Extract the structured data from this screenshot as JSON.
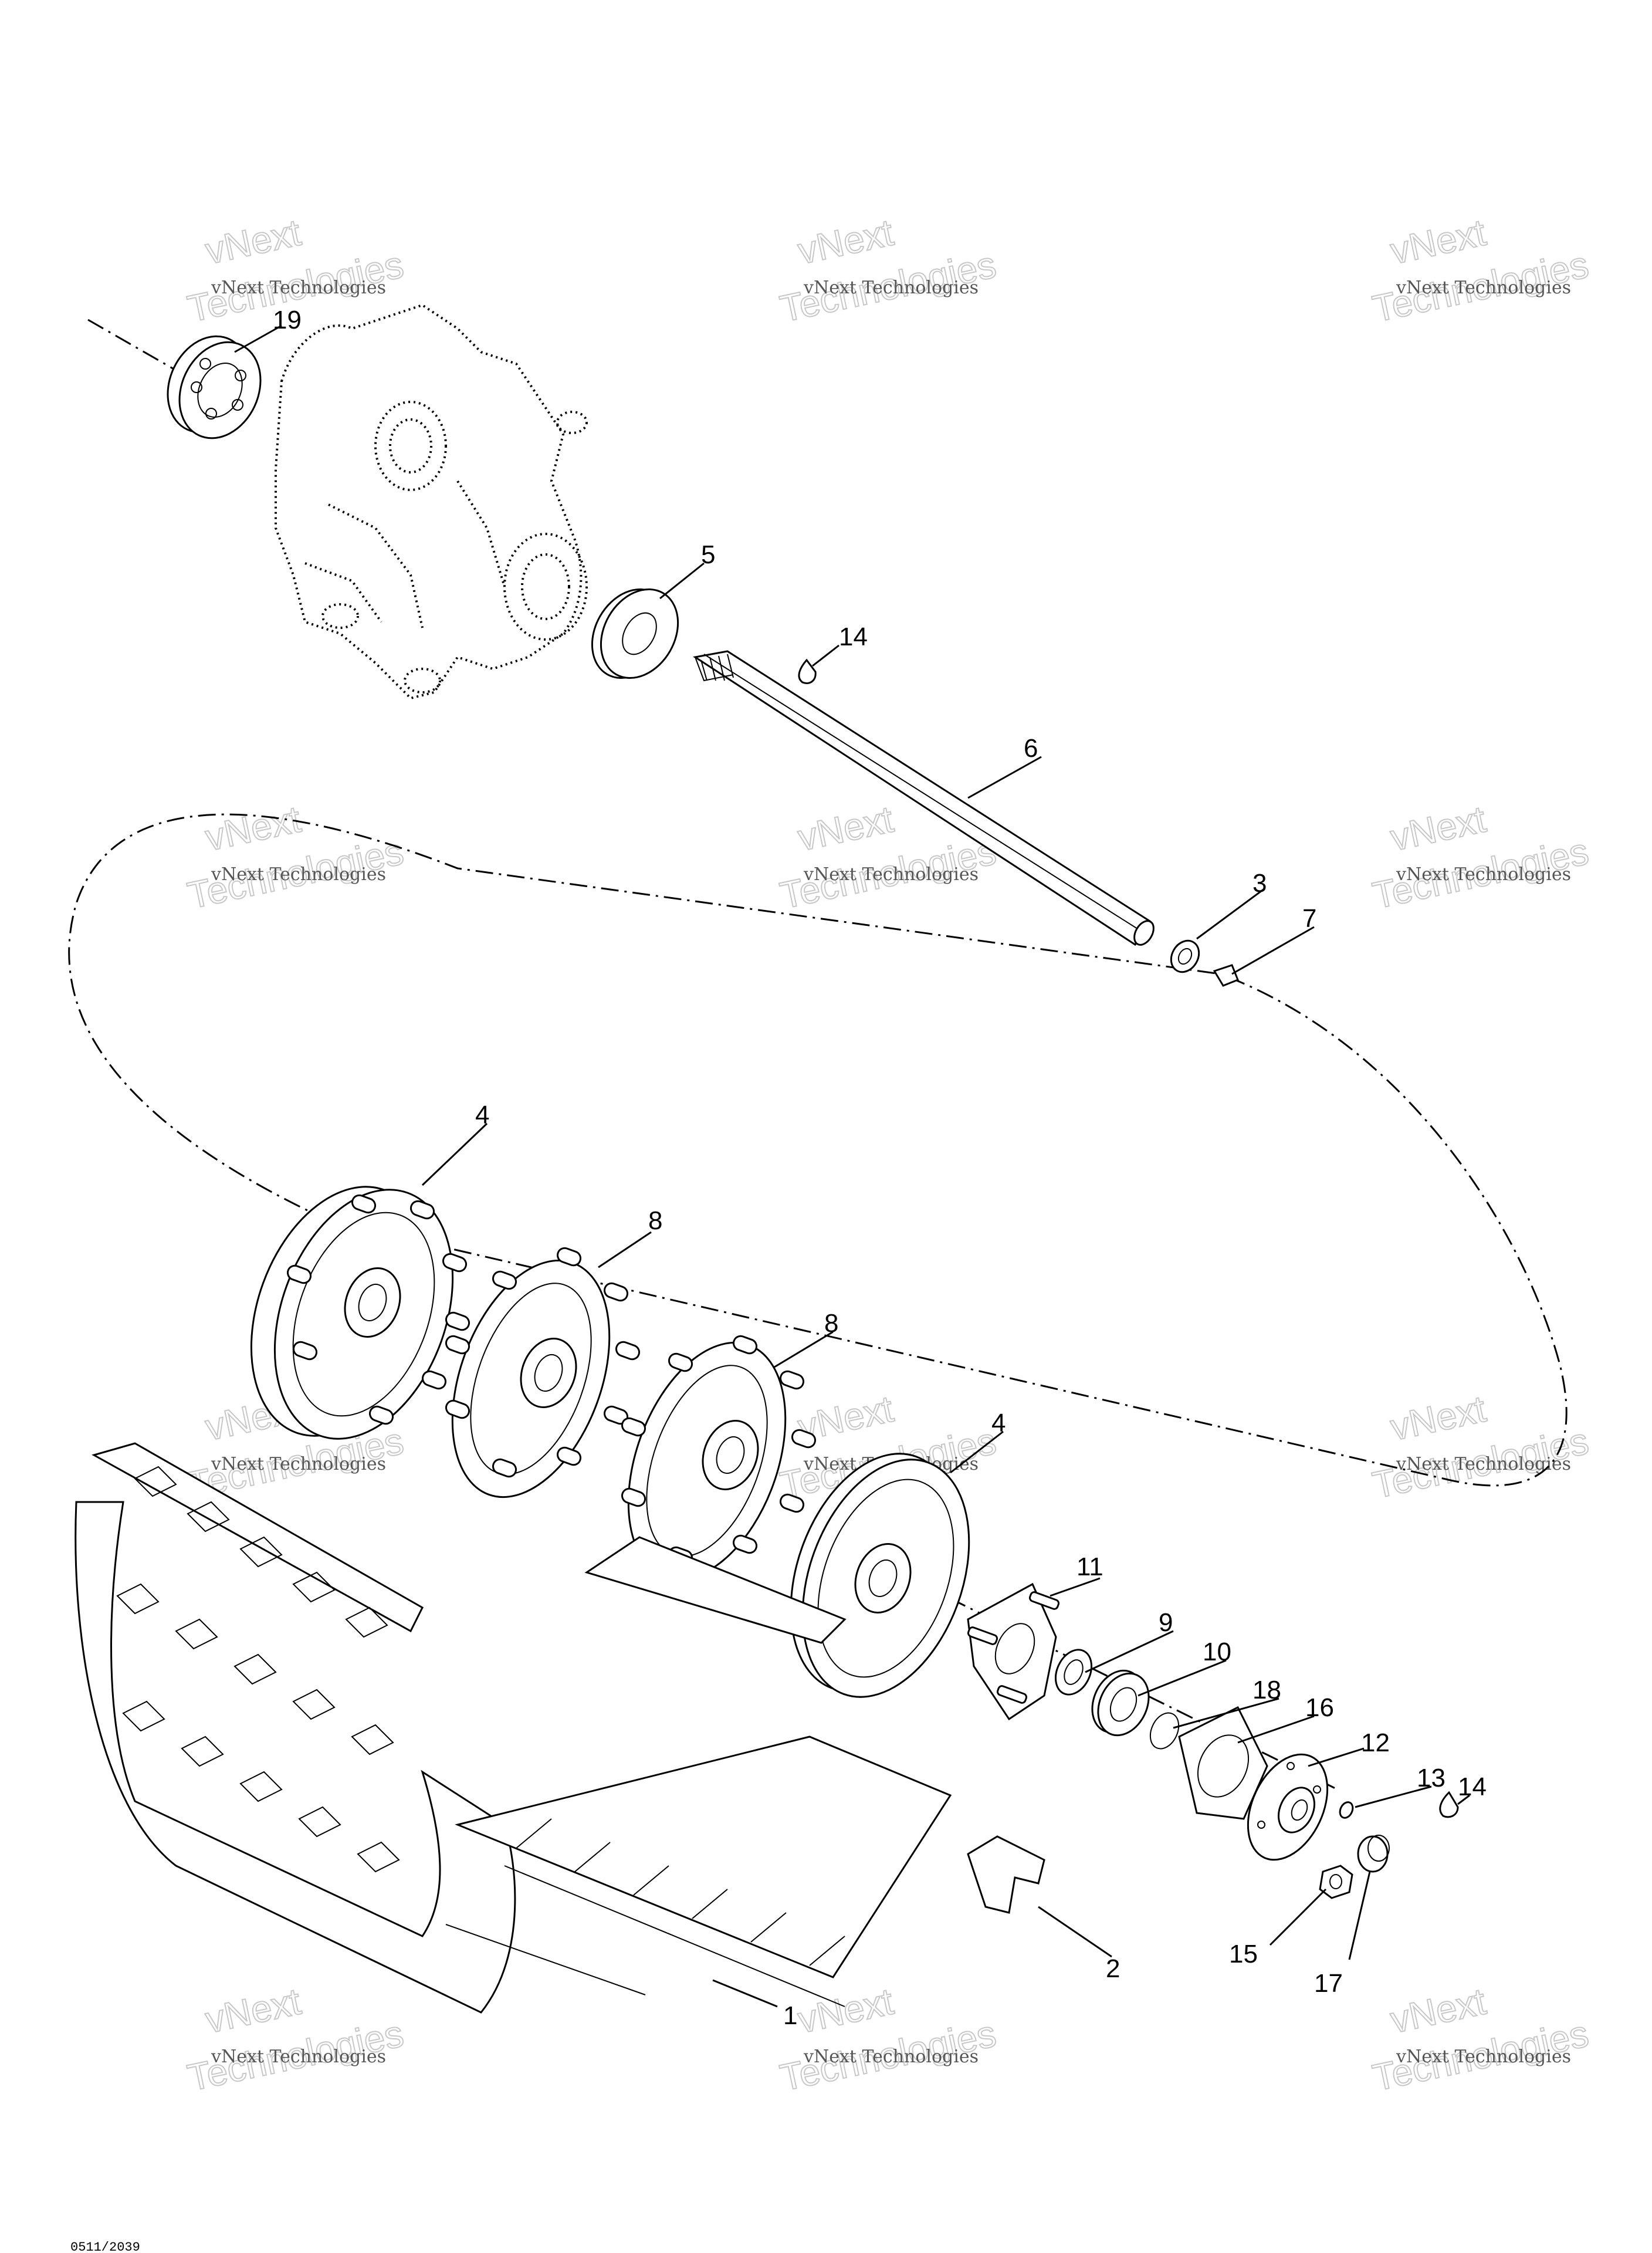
{
  "watermark": {
    "line1": "vNext Technologies",
    "line2": "vNext",
    "line3": "Technologies"
  },
  "callouts": {
    "c1": "1",
    "c2": "2",
    "c3": "3",
    "c4a": "4",
    "c4b": "4",
    "c5": "5",
    "c6": "6",
    "c7": "7",
    "c8a": "8",
    "c8b": "8",
    "c9": "9",
    "c10": "10",
    "c11": "11",
    "c12": "12",
    "c13": "13",
    "c14a": "14",
    "c14b": "14",
    "c15": "15",
    "c16": "16",
    "c17": "17",
    "c18": "18",
    "c19": "19"
  },
  "parts": {
    "housing": "chaincase-housing",
    "bearing_19": "ball-bearing",
    "seal_5": "seal-ring",
    "shaft_6": "drive-axle",
    "sprocket_4": "sprocket-wheel",
    "sprocket_8": "sprocket-wheel",
    "track_1": "track",
    "slider_2": "clip",
    "bearing_10": "bearing",
    "flange_16": "bearing-flange",
    "hub_12": "hub",
    "nut_15": "nut",
    "cap_17": "cap"
  },
  "footer": {
    "ref_code": "0511/2039"
  }
}
